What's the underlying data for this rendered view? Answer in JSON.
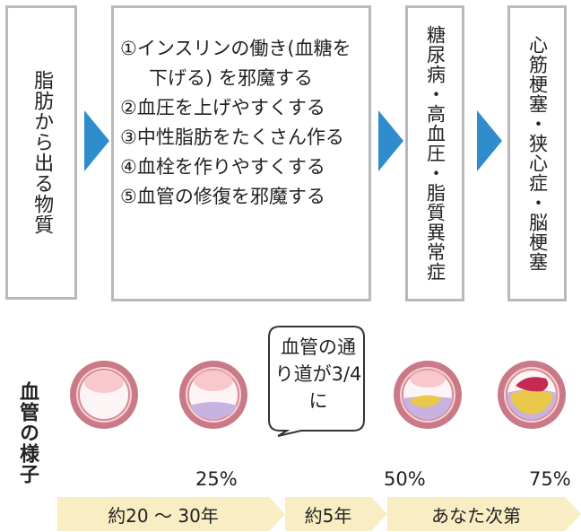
{
  "flow": {
    "substance": "脂肪から出る物質",
    "effects": [
      "①インスリンの働き(血糖を下げる) を邪魔する",
      "②血圧を上げやすくする",
      "③中性脂肪をたくさん作る",
      "④血栓を作りやすくする",
      "⑤血管の修復を邪魔する"
    ],
    "disease1": "糖尿病・高血圧・脂質異常症",
    "disease2": "心筋梗塞・狭心症・脳梗塞"
  },
  "vessels": {
    "label": "血管の様子",
    "callout": "血管の通り道が3/4に",
    "stages": [
      {
        "percent": "",
        "plaque_level": 0
      },
      {
        "percent": "25%",
        "plaque_level": 0.25
      },
      {
        "percent": "50%",
        "plaque_level": 0.5
      },
      {
        "percent": "75%",
        "plaque_level": 0.75
      }
    ]
  },
  "timeline": {
    "segments": [
      "約20 ～ 30年",
      "約5年",
      "あなた次第"
    ]
  },
  "colors": {
    "arrow": "#2f8ccd",
    "box_border": "#b9b9b9",
    "band": "#f8edc3",
    "vessel_wall": "#b05a66",
    "plaque_yellow": "#e9c84a",
    "plaque_purple": "#b59ad2",
    "clot_red": "#c52a52"
  }
}
